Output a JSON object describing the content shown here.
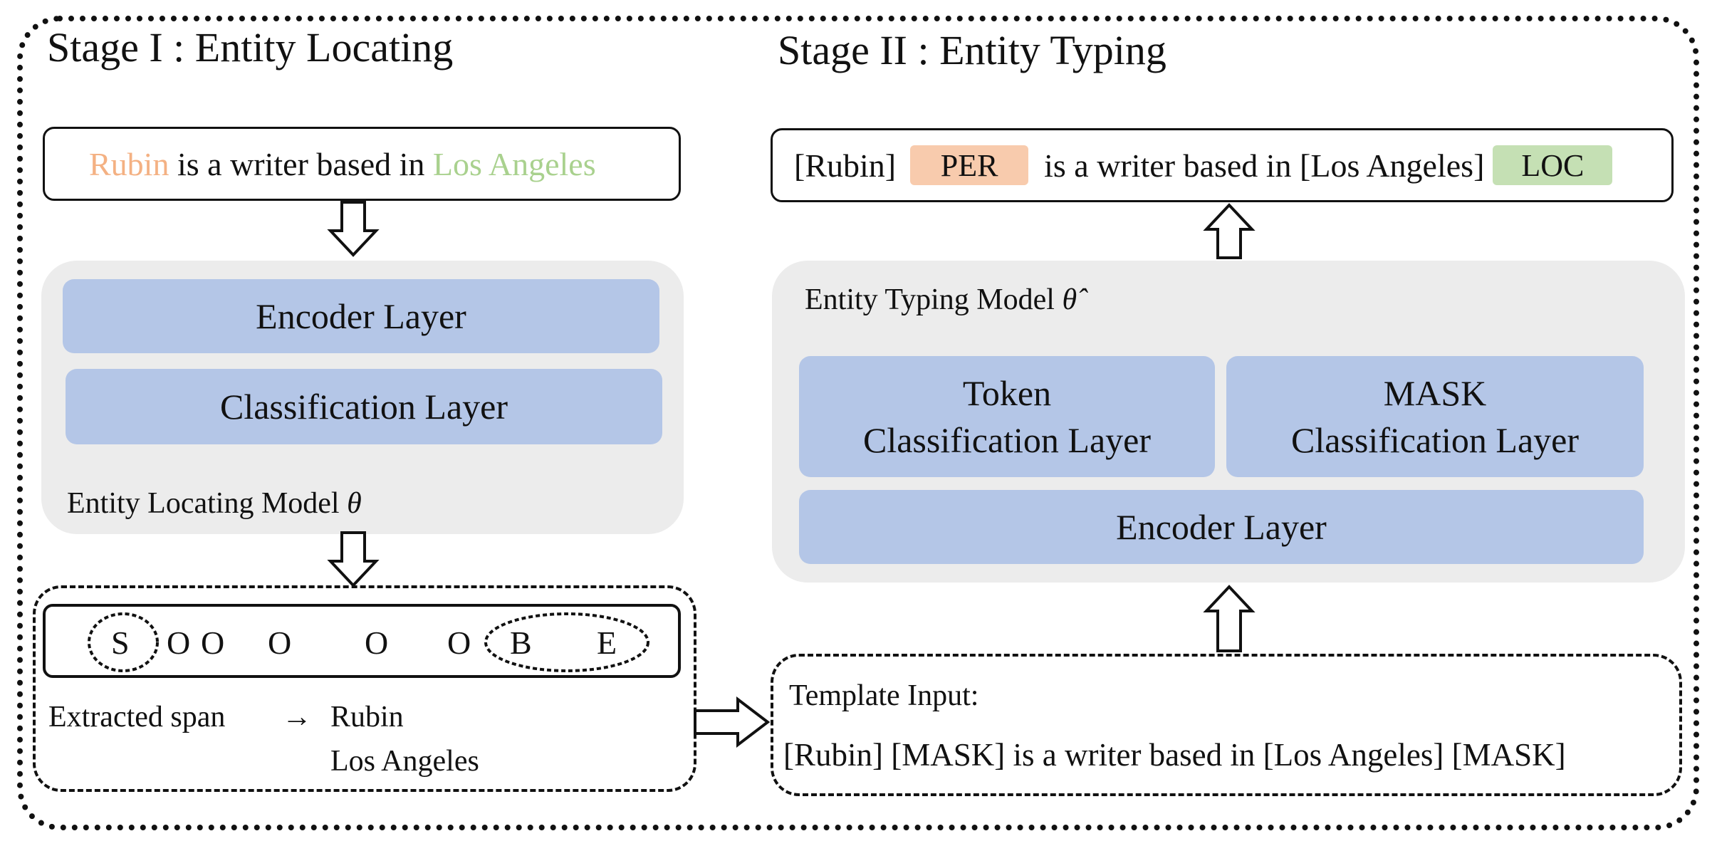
{
  "stage1": {
    "title": "Stage I : Entity Locating",
    "input": {
      "entity1": "Rubin",
      "middle": "is a writer based in",
      "entity2": "Los Angeles"
    },
    "layers": [
      "Encoder Layer",
      "Classification Layer"
    ],
    "model_label": "Entity Locating Model",
    "model_symbol": "θ",
    "tags": [
      "S",
      "O",
      "O",
      "O",
      "O",
      "O",
      "B",
      "E"
    ],
    "extracted_label": "Extracted span",
    "arrow_glyph": "→",
    "spans": [
      "Rubin",
      "Los Angeles"
    ]
  },
  "stage2": {
    "title": "Stage II : Entity Typing",
    "output": {
      "part1": "[Rubin]",
      "tag1": "PER",
      "part2": "is a writer based in [Los Angeles]",
      "tag2": "LOC"
    },
    "model_label": "Entity Typing Model",
    "model_symbol": "θ̂",
    "layers": {
      "token": "Token\nClassification Layer",
      "mask": "MASK\nClassification Layer",
      "encoder": "Encoder Layer"
    },
    "template_label": "Template Input:",
    "template_text": "[Rubin] [MASK] is a writer based in [Los Angeles] [MASK]"
  },
  "colors": {
    "entity1": "#f4b183",
    "entity2": "#a9d18e",
    "per_tag": "#f8cbad",
    "loc_tag": "#c5e0b4",
    "layer": "#b4c6e7",
    "panel": "#ececec"
  }
}
